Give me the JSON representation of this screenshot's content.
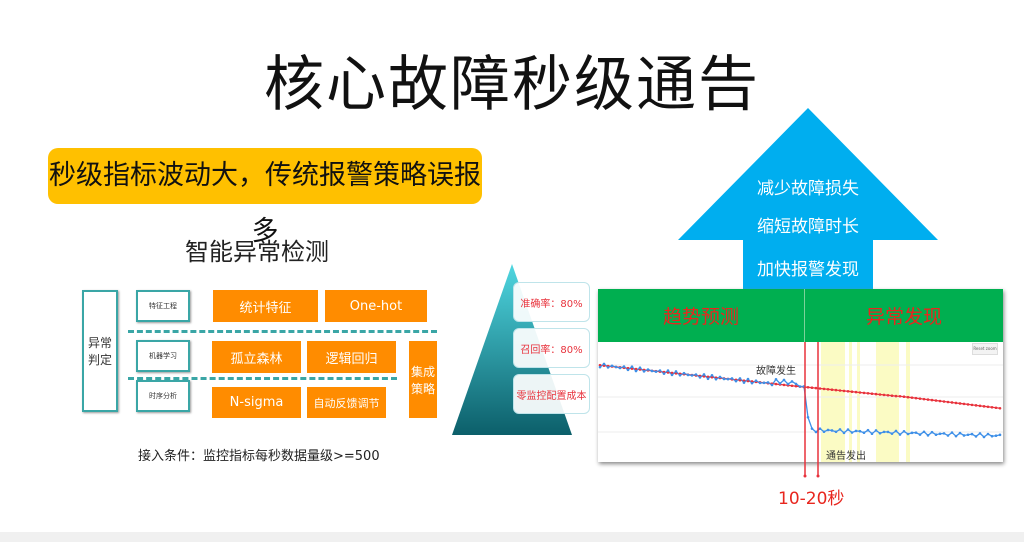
{
  "title": "核心故障秒级通告",
  "banner": "秒级指标波动大，传统报警策略误报多",
  "subtitle": "智能异常检测",
  "diagram": {
    "judge": "异常判定",
    "rows": [
      "特征工程",
      "机器学习",
      "时序分析"
    ],
    "methods": {
      "stat": "统计特征",
      "onehot": "One-hot",
      "iforest": "孤立森林",
      "logreg": "逻辑回归",
      "ensemble": "集成策略",
      "nsigma": "N-sigma",
      "feedback": "自动反馈调节"
    },
    "condition": "接入条件：监控指标每秒数据量级>=500"
  },
  "pyramid": [
    "准确率：80%",
    "召回率：80%",
    "零监控配置成本"
  ],
  "arrow": [
    "减少故障损失",
    "缩短故障时长",
    "加快报警发现"
  ],
  "chart": {
    "headers": [
      "趋势预测",
      "异常发现"
    ],
    "reset_zoom": "Reset zoom",
    "fault_label": "故障发生",
    "notify_label": "通告发出",
    "delay_label": "10-20秒",
    "colors": {
      "predicted": "#e8323c",
      "actual": "#3d8fe8",
      "band": "#fbfbc4"
    }
  }
}
